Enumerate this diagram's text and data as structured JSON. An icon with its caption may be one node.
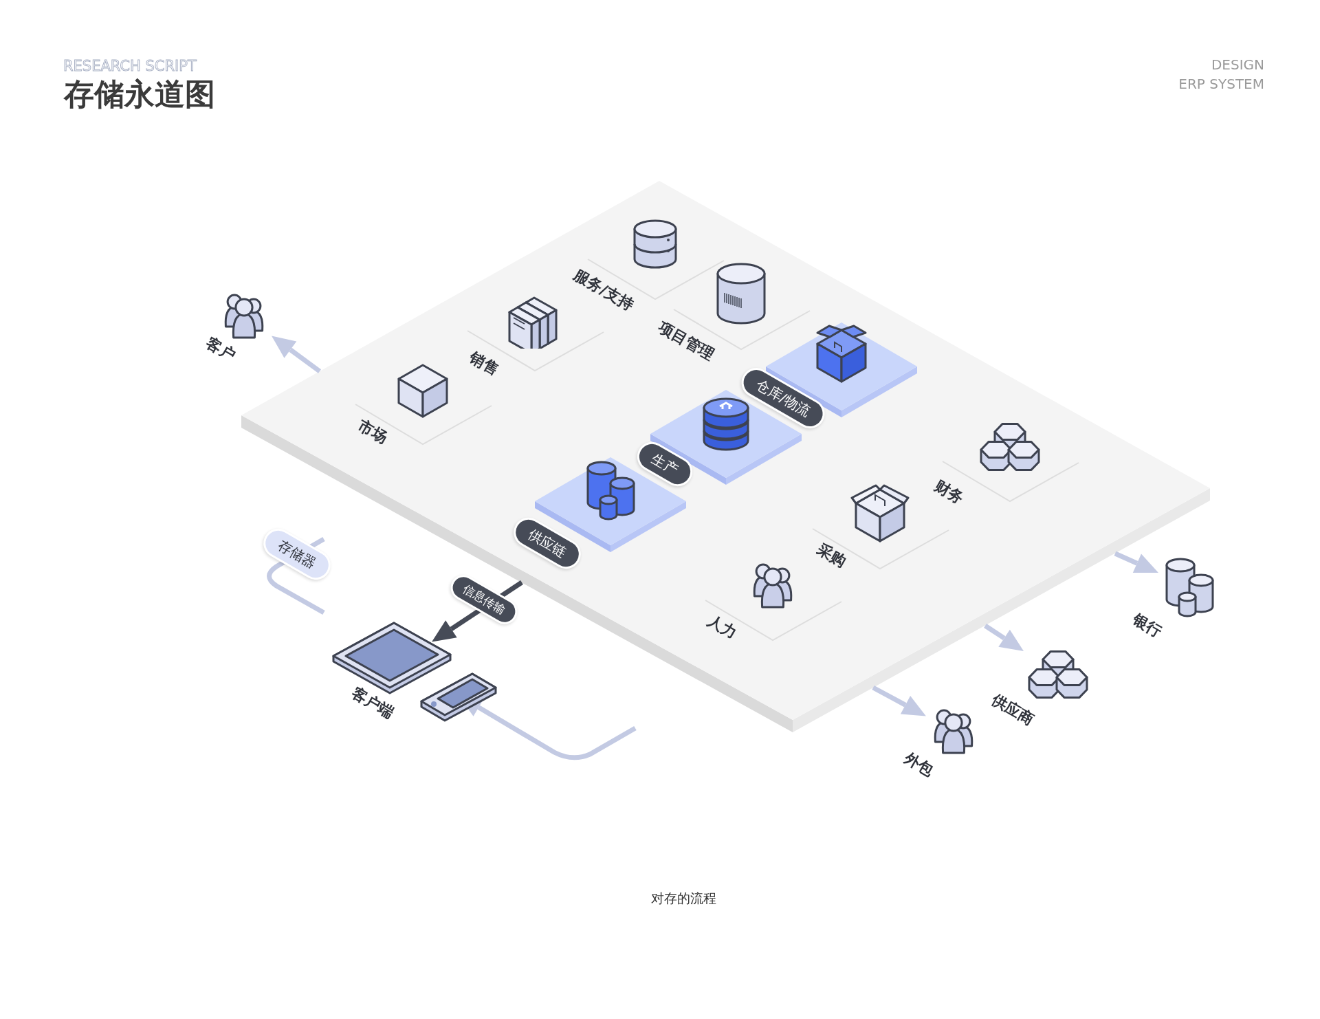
{
  "diagram": {
    "title": "存储永道图",
    "caption": "对存的流程",
    "nodes": [
      {
        "text": [],
        "shape": "diamond"
      },
      {
        "text": [
          "服务/支持"
        ],
        "in": 0
      },
      {
        "text": [
          "项目管理"
        ],
        "in": 0
      },
      {
        "text": [
          "销售"
        ],
        "in": 0
      },
      {
        "text": [
          "市场"
        ],
        "in": 0
      },
      {
        "text": [
          "仓库/物流"
        ],
        "in": 0
      },
      {
        "text": [
          "生产"
        ],
        "in": 0
      },
      {
        "text": [
          "供应链"
        ],
        "in": 0
      },
      {
        "text": [
          "财务"
        ],
        "in": 0
      },
      {
        "text": [
          "采购"
        ],
        "in": 0
      },
      {
        "text": [
          "人力"
        ],
        "in": 0
      },
      {
        "text": [
          "客户"
        ]
      },
      {
        "text": [
          "外包"
        ]
      },
      {
        "text": [
          "供应商"
        ]
      },
      {
        "text": [
          "银行"
        ]
      },
      {
        "text": [
          "客户端"
        ]
      },
      {
        "text": [
          "存储器"
        ]
      }
    ],
    "edges": [
      {
        "from": 0,
        "to": 11,
        "arrow": "to"
      },
      {
        "from": 0,
        "to": 12,
        "arrow": "to"
      },
      {
        "from": 0,
        "to": 13,
        "arrow": "to"
      },
      {
        "from": 0,
        "to": 14,
        "arrow": "to"
      },
      {
        "from": 0,
        "to": 15,
        "arrow": "to",
        "label": "信息传输",
        "color": "#464b57"
      },
      {
        "from": null,
        "to": 15,
        "arrow": "to"
      }
    ],
    "labels": [
      "RESEARCH SCRIPT",
      "DESIGN",
      "ERP SYSTEM"
    ]
  }
}
